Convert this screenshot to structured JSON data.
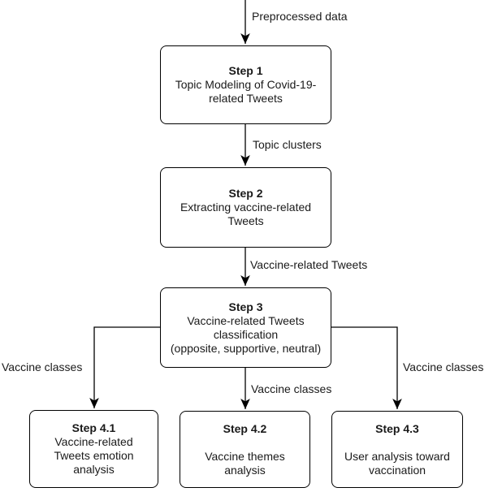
{
  "diagram": {
    "colors": {
      "background": "#ffffff",
      "node_fill": "#ffffff",
      "node_border": "#000000",
      "edge_stroke": "#000000",
      "text": "#1a1a1a"
    },
    "nodes": [
      {
        "id": "step1",
        "title": "Step 1",
        "lines": [
          "Topic Modeling of Covid-19-",
          "related Tweets"
        ]
      },
      {
        "id": "step2",
        "title": "Step 2",
        "lines": [
          "Extracting vaccine-related",
          "Tweets"
        ]
      },
      {
        "id": "step3",
        "title": "Step 3",
        "lines": [
          "Vaccine-related Tweets",
          "classification",
          "(opposite, supportive, neutral)"
        ]
      },
      {
        "id": "step4_1",
        "title": "Step 4.1",
        "lines": [
          "Vaccine-related",
          "Tweets emotion",
          "analysis"
        ]
      },
      {
        "id": "step4_2",
        "title": "Step 4.2",
        "lines": [
          "",
          "Vaccine themes",
          "analysis"
        ]
      },
      {
        "id": "step4_3",
        "title": "Step 4.3",
        "lines": [
          "",
          "User analysis toward",
          "vaccination"
        ]
      }
    ],
    "edge_labels": {
      "preprocessed_data": "Preprocessed data",
      "topic_clusters": "Topic clusters",
      "vaccine_related_tweets": "Vaccine-related Tweets",
      "vaccine_classes_left": "Vaccine classes",
      "vaccine_classes_middle": "Vaccine classes",
      "vaccine_classes_right": "Vaccine classes"
    }
  }
}
